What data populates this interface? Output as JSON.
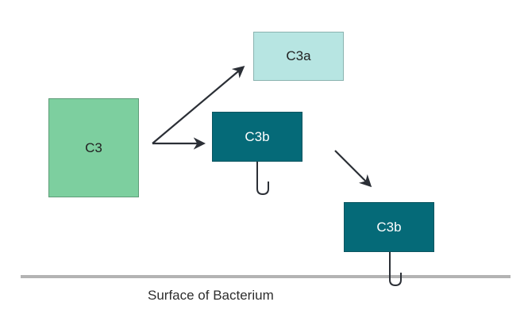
{
  "diagram": {
    "nodes": {
      "c3": {
        "label": "C3",
        "color": "#7dcf9f"
      },
      "c3a": {
        "label": "C3a",
        "color": "#b7e5e2"
      },
      "c3b_free": {
        "label": "C3b",
        "color": "#056a78"
      },
      "c3b_bound": {
        "label": "C3b",
        "color": "#056a78"
      }
    },
    "edges": [
      {
        "from": "C3",
        "to": "C3a"
      },
      {
        "from": "C3",
        "to": "C3b"
      },
      {
        "from": "C3b",
        "to": "C3b (bound)"
      }
    ],
    "surface": {
      "label": "Surface of Bacterium",
      "color": "#b3b3b3"
    },
    "arrow_color": "#2b2f36"
  }
}
